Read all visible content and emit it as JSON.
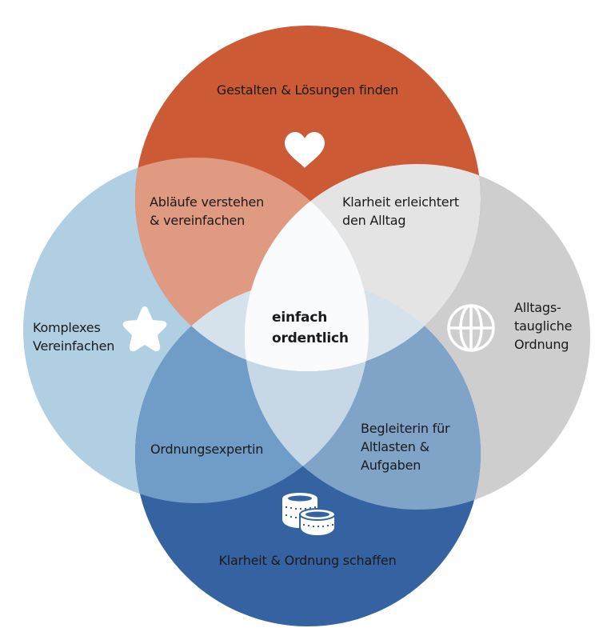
{
  "diagram": {
    "type": "four-circle venn",
    "center": {
      "lines": [
        "einfach",
        "ordentlich"
      ]
    },
    "circles": [
      {
        "id": "top",
        "lines": [
          "Gestalten & Lösungen finden"
        ],
        "icon": "heart-icon",
        "color": "#CB5A35"
      },
      {
        "id": "left",
        "lines": [
          "Komplexes",
          "Vereinfachen"
        ],
        "icon": "star-icon",
        "color": "#B0CFE3"
      },
      {
        "id": "right",
        "lines": [
          "Alltags-",
          "taugliche",
          "Ordnung"
        ],
        "icon": "globe-icon",
        "color": "#CECECE"
      },
      {
        "id": "bottom",
        "lines": [
          "Klarheit & Ordnung schaffen"
        ],
        "icon": "coins-icon",
        "color": "#3563A1"
      }
    ],
    "overlaps": [
      {
        "id": "top-left",
        "lines": [
          "Abläufe verstehen",
          "& vereinfachen"
        ],
        "color": "#E09A82"
      },
      {
        "id": "top-right",
        "lines": [
          "Klarheit erleichtert",
          "den Alltag"
        ],
        "color": "#E4E4E4"
      },
      {
        "id": "bottom-left",
        "lines": [
          "Ordnungsexpertin"
        ],
        "color": "#6F9DC7"
      },
      {
        "id": "bottom-right",
        "lines": [
          "Begleiterin für",
          "Altlasten &",
          "Aufgaben"
        ],
        "color": "#7FA4C8"
      }
    ],
    "center_color": "#FAFBFC",
    "secondary_overlaps": {
      "top-bottom": "#D5E2EC",
      "left-right": "#C6D7E5"
    }
  }
}
